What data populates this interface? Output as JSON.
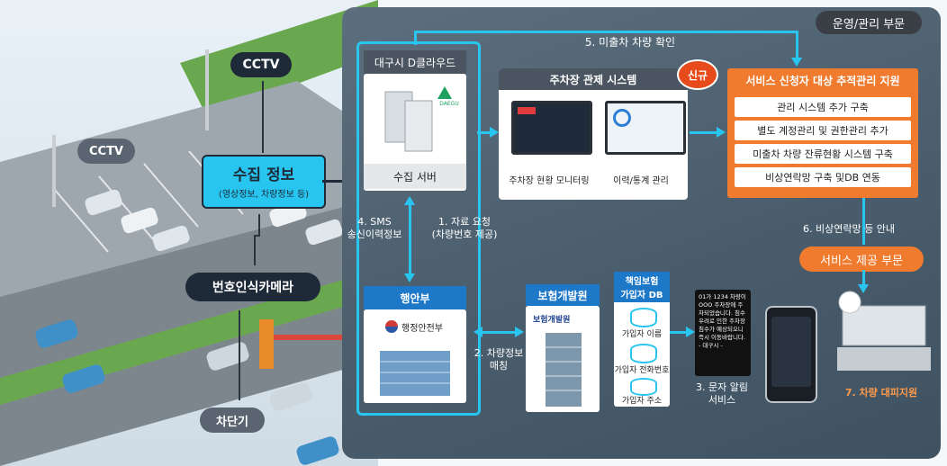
{
  "scene": {
    "cctv_top": "CCTV",
    "cctv_left": "CCTV",
    "collect_title": "수집 정보",
    "collect_sub": "(영상정보, 차량정보 등)",
    "plate_camera": "번호인식카메라",
    "barrier": "차단기"
  },
  "panel": {
    "ops_label": "운영/관리 부문",
    "service_label": "서비스 제공 부문"
  },
  "cloud": {
    "title": "대구시 D클라우드",
    "logo_text": "DAEGU",
    "server_label": "수집 서버"
  },
  "ministry": {
    "title": "행안부",
    "logo_text": "행정안전부"
  },
  "insurance": {
    "title": "보험개발원",
    "logo_text": "보험개발원"
  },
  "insurance_db": {
    "title_line1": "책임보험",
    "title_line2": "가입자 DB",
    "items": [
      "가입자 이름",
      "가입자 전화번호",
      "가입자 주소"
    ]
  },
  "parking": {
    "title": "주차장 관제 시스템",
    "badge": "신규",
    "screen1_label": "주차장 현황 모니터링",
    "screen2_label": "이력/통계 관리"
  },
  "service": {
    "title": "서비스 신청자 대상 추적관리 지원",
    "items": [
      "관리 시스템 추가 구축",
      "별도 계정관리 및 권한관리 추가",
      "미출차 차량 잔류현황 시스템 구축",
      "비상연락망 구축 및DB 연동"
    ]
  },
  "steps": {
    "s1_line1": "1. 자료 요청",
    "s1_line2": "(차량번호 제공)",
    "s2_line1": "2. 차량정보",
    "s2_line2": "매칭",
    "s3_line1": "3. 문자 알림",
    "s3_line2": "서비스",
    "s4_line1": "4. SMS",
    "s4_line2": "송신이력정보",
    "s5": "5. 미출차 차량 확인",
    "s6": "6. 비상연락망 등 안내",
    "s7": "7. 차량 대피지원"
  },
  "sms": {
    "text": "01가 1234 차량이 OOO 주차장에 주차되었습니다. 침수 우려로 인한 주차장 침수가 예상되오니 즉시 이동바랍니다. - 대구시 -"
  },
  "colors": {
    "accent_cyan": "#27c5f0",
    "orange": "#f07a2d",
    "dark": "#3a3f46",
    "blue_header": "#1e78c8",
    "panel": "#4f6270"
  }
}
